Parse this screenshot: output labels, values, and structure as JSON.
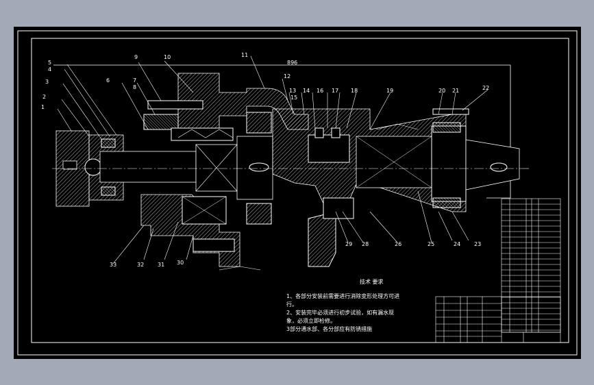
{
  "drawing": {
    "dimension_label": "896",
    "part_labels": {
      "p1": "1",
      "p2": "2",
      "p3": "3",
      "p4": "4",
      "p5": "5",
      "p6": "6",
      "p7": "7",
      "p8": "8",
      "p9": "9",
      "p10": "10",
      "p11": "11",
      "p12": "12",
      "p13": "13",
      "p14": "14",
      "p15": "15",
      "p16": "16",
      "p17": "17",
      "p18": "18",
      "p19": "19",
      "p20": "20",
      "p21": "21",
      "p22": "22",
      "p23": "23",
      "p24": "24",
      "p25": "25",
      "p26": "26",
      "p28": "28",
      "p29": "29",
      "p30": "30",
      "p31": "31",
      "p32": "32",
      "p33": "33"
    }
  },
  "notes": {
    "title": "技术 要求",
    "items": [
      "1、各部分安装前需要进行消除变形处理方可进",
      "行。",
      "2、安装完毕必须进行初步试验，如有漏水现",
      "象，必须立即检修。",
      "3部分通水部、各分部应有防锈措施"
    ]
  },
  "colors": {
    "background": "#a4a9b8",
    "sheet": "#000000",
    "line": "#ffffff",
    "accent": "#ffff00"
  }
}
